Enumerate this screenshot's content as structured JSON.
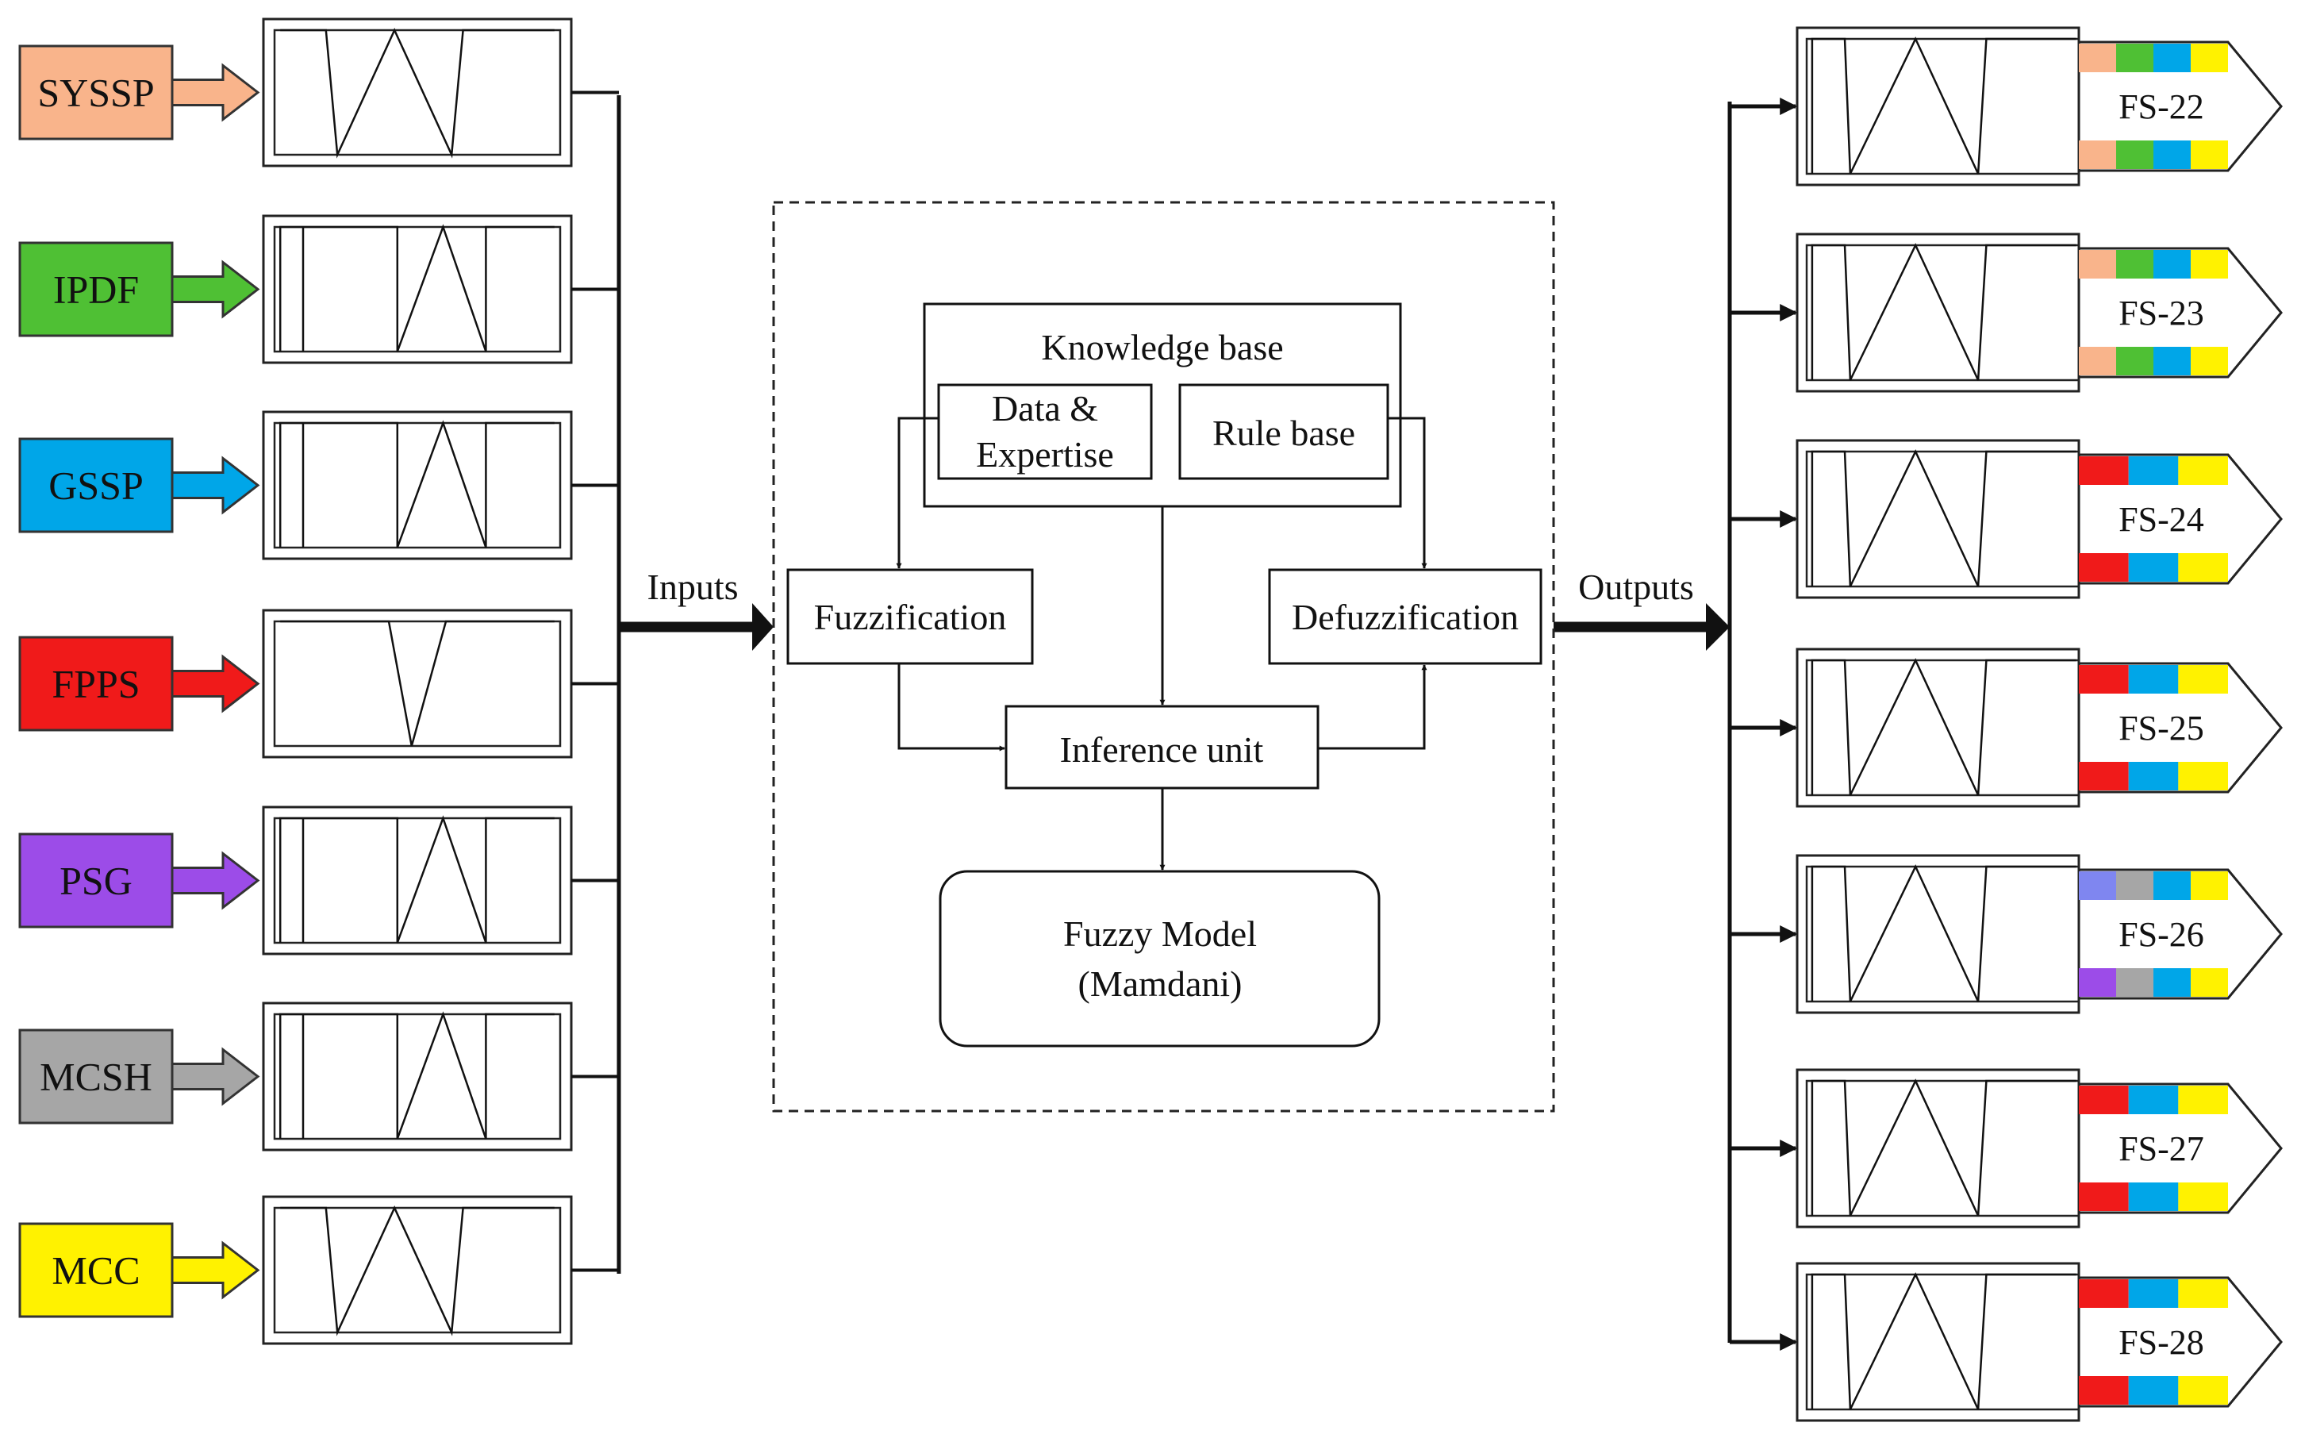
{
  "inputs": [
    {
      "label": "SYSSP",
      "color": "#F9B48B",
      "mf": "trap-tri-trap"
    },
    {
      "label": "IPDF",
      "color": "#4FC034",
      "mf": "sliver-trap-tri-trap"
    },
    {
      "label": "GSSP",
      "color": "#00A6E8",
      "mf": "sliver-trap-tri-trap"
    },
    {
      "label": "FPPS",
      "color": "#F01A1A",
      "mf": "trap-v-trap"
    },
    {
      "label": "PSG",
      "color": "#9C4CE8",
      "mf": "sliver-trap-tri-trap"
    },
    {
      "label": "MCSH",
      "color": "#A6A6A6",
      "mf": "sliver-trap-tri-trap"
    },
    {
      "label": "MCC",
      "color": "#FFF200",
      "mf": "trap-tri-trap"
    }
  ],
  "flow": {
    "inputs_label": "Inputs",
    "outputs_label": "Outputs"
  },
  "system": {
    "knowledge_base": "Knowledge base",
    "data_expertise_line1": "Data &",
    "data_expertise_line2": "Expertise",
    "rule_base": "Rule base",
    "fuzzification": "Fuzzification",
    "defuzzification": "Defuzzification",
    "inference_unit": "Inference unit",
    "fuzzy_model_line1": "Fuzzy Model",
    "fuzzy_model_line2": "(Mamdani)"
  },
  "outputs": [
    {
      "label": "FS-22",
      "stripes": [
        "#F9B48B",
        "#4FC034",
        "#00A6E8",
        "#FFF200"
      ]
    },
    {
      "label": "FS-23",
      "stripes": [
        "#F9B48B",
        "#4FC034",
        "#00A6E8",
        "#FFF200"
      ]
    },
    {
      "label": "FS-24",
      "stripes": [
        "#F01A1A",
        "#00A6E8",
        "#FFF200"
      ]
    },
    {
      "label": "FS-25",
      "stripes": [
        "#F01A1A",
        "#00A6E8",
        "#FFF200"
      ]
    },
    {
      "label": "FS-26",
      "stripes_top": [
        "#7F86F0",
        "#A6A6A6",
        "#00A6E8",
        "#FFF200"
      ],
      "stripes_bottom": [
        "#9C4CE8",
        "#A6A6A6",
        "#00A6E8",
        "#FFF200"
      ]
    },
    {
      "label": "FS-27",
      "stripes": [
        "#F01A1A",
        "#00A6E8",
        "#FFF200"
      ]
    },
    {
      "label": "FS-28",
      "stripes": [
        "#F01A1A",
        "#00A6E8",
        "#FFF200"
      ]
    }
  ]
}
